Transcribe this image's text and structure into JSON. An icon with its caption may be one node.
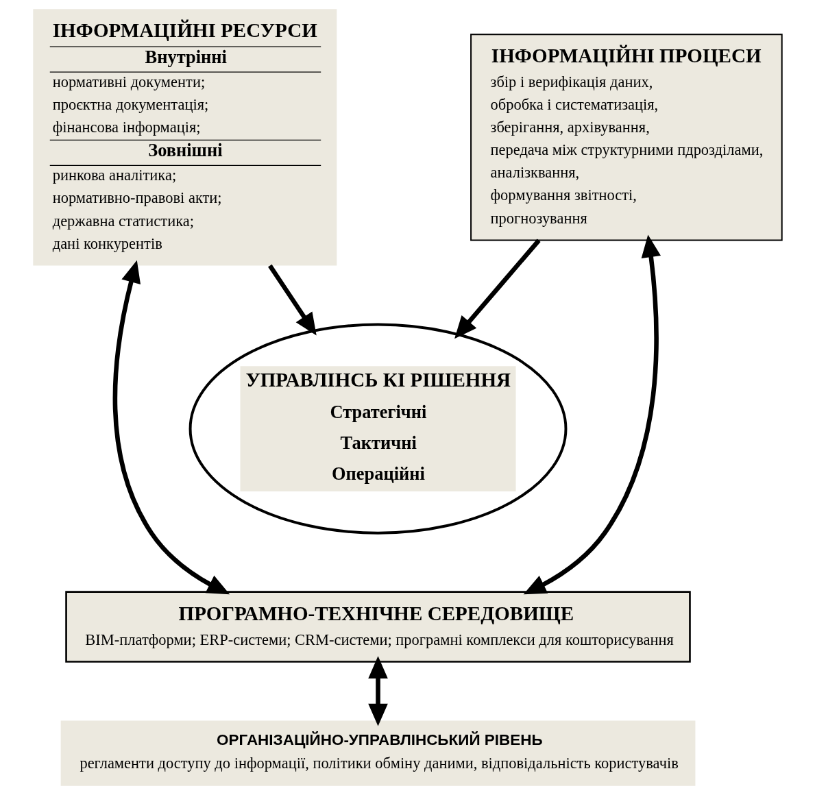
{
  "diagram": {
    "nodes": [
      {
        "text": [
          "ІНФОРМАЦІЙНІ РЕСУРСИ",
          "Внутрінні",
          "нормативні документи;",
          "проєктна документація;",
          "фінансова інформація;",
          "Зовнішні",
          "ринкова аналітика;",
          "нормативно-правові акти;",
          "державна статистика;",
          "дані конкурентів"
        ]
      },
      {
        "text": [
          "ІНФОРМАЦІЙНІ ПРОЦЕСИ",
          "збір і верифікація даних,",
          "обробка і систематизація,",
          "зберігання, архівування,",
          "передача між структурними пдрозділами,",
          "аналізквання,",
          "формування звітності,",
          "прогнозування"
        ]
      },
      {
        "text": [
          "УПРАВЛІНСЬ КІ РІШЕННЯ",
          "Стратегічні",
          "Тактичні",
          "Операційні"
        ]
      },
      {
        "text": [
          "ПРОГРАМНО-ТЕХНІЧНЕ СЕРЕДОВИЩЕ",
          "BIM-платформи; ERP-системи; CRM-системи; програмні комплекси для кошторисування"
        ]
      },
      {
        "text": [
          "ОРГАНІЗАЦІЙНО-УПРАВЛІНСЬКИЙ РІВЕНЬ",
          "регламенти доступу до інформації, політики обміну даними, відповідальність користувачів"
        ]
      }
    ],
    "edges": [
      {
        "from": 0,
        "to": 3,
        "arrow": "both"
      },
      {
        "from": 0,
        "to": 2,
        "arrow": "to"
      },
      {
        "from": 1,
        "to": 3,
        "arrow": "both"
      },
      {
        "from": 1,
        "to": 2,
        "arrow": "to"
      },
      {
        "from": 3,
        "to": 4,
        "arrow": "both"
      }
    ]
  }
}
